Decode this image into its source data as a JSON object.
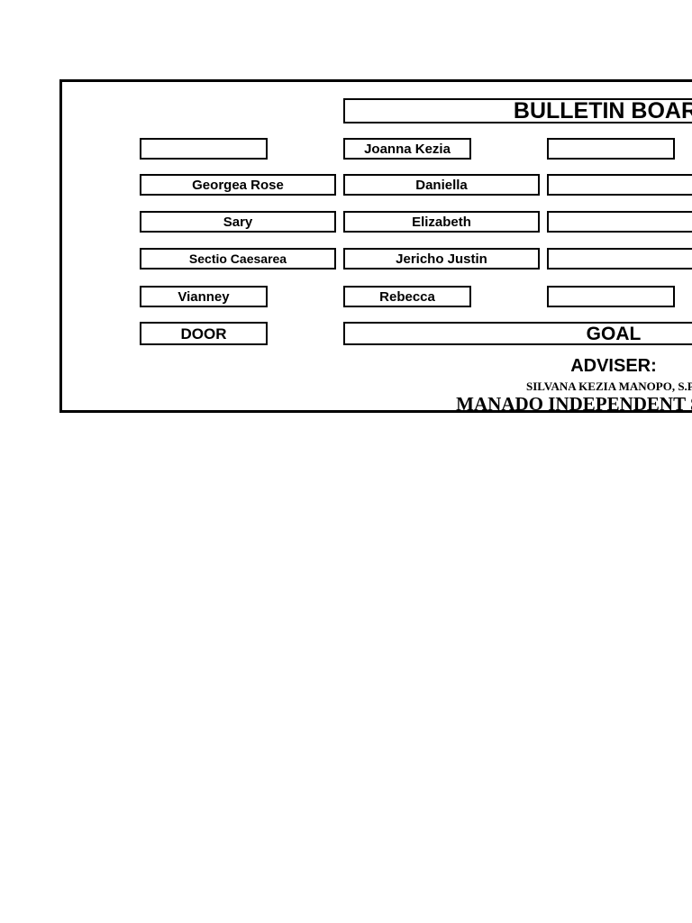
{
  "document": {
    "title": "BULLETIN BOARD",
    "goal_row_label": "GOAL",
    "adviser_label": "ADVISER:",
    "adviser_name": "SILVANA KEZIA MANOPO, S.Pd",
    "school": "MANADO INDEPENDENT SCHOOL",
    "rows": [
      {
        "name": "row-1",
        "cells": [
          {
            "name": "cell-blank-1",
            "text": ""
          },
          {
            "name": "cell-joanna-kezia",
            "text": "Joanna Kezia"
          },
          {
            "name": "cell-blank-2",
            "text": ""
          }
        ]
      },
      {
        "name": "row-2",
        "cells": [
          {
            "name": "cell-georgea-rose",
            "text": "Georgea Rose"
          },
          {
            "name": "cell-daniella",
            "text": "Daniella"
          },
          {
            "name": "cell-blank-3",
            "text": ""
          }
        ]
      },
      {
        "name": "row-3",
        "cells": [
          {
            "name": "cell-sary",
            "text": "Sary"
          },
          {
            "name": "cell-elizabeth",
            "text": "Elizabeth"
          },
          {
            "name": "cell-blank-4",
            "text": ""
          }
        ]
      },
      {
        "name": "row-4",
        "cells": [
          {
            "name": "cell-sectio-caesarea",
            "text": "Sectio Caesarea"
          },
          {
            "name": "cell-jericho-justin",
            "text": "Jericho Justin"
          },
          {
            "name": "cell-blank-5",
            "text": ""
          }
        ]
      },
      {
        "name": "row-5",
        "cells": [
          {
            "name": "cell-vianney",
            "text": "Vianney"
          },
          {
            "name": "cell-rebecca",
            "text": "Rebecca"
          },
          {
            "name": "cell-blank-6",
            "text": ""
          }
        ]
      },
      {
        "name": "row-6",
        "cells": [
          {
            "name": "cell-door",
            "text": "DOOR"
          }
        ]
      }
    ]
  },
  "colors": {
    "ink": "#000000",
    "paper": "#ffffff"
  }
}
